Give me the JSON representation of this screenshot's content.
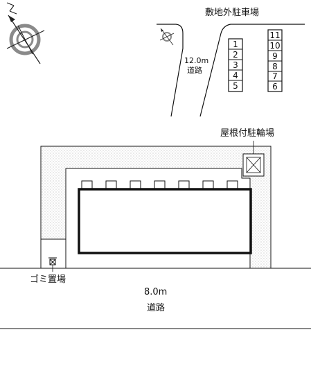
{
  "labels": {
    "offsite_parking": "敷地外駐車場",
    "road_12": "12.0m",
    "road_12_kanji": "道路",
    "bicycle_parking": "屋根付駐輪場",
    "garbage": "ゴミ置場",
    "road_8": "8.0m",
    "road_8_kanji": "道路"
  },
  "parking_left": [
    "1",
    "2",
    "3",
    "4",
    "5"
  ],
  "parking_right": [
    "11",
    "10",
    "9",
    "8",
    "7",
    "6"
  ],
  "compass": {
    "north_letter": "N"
  },
  "colors": {
    "line": "#111111",
    "dots": "#b0b0b0",
    "compass_gray": "#8a8a8a"
  }
}
